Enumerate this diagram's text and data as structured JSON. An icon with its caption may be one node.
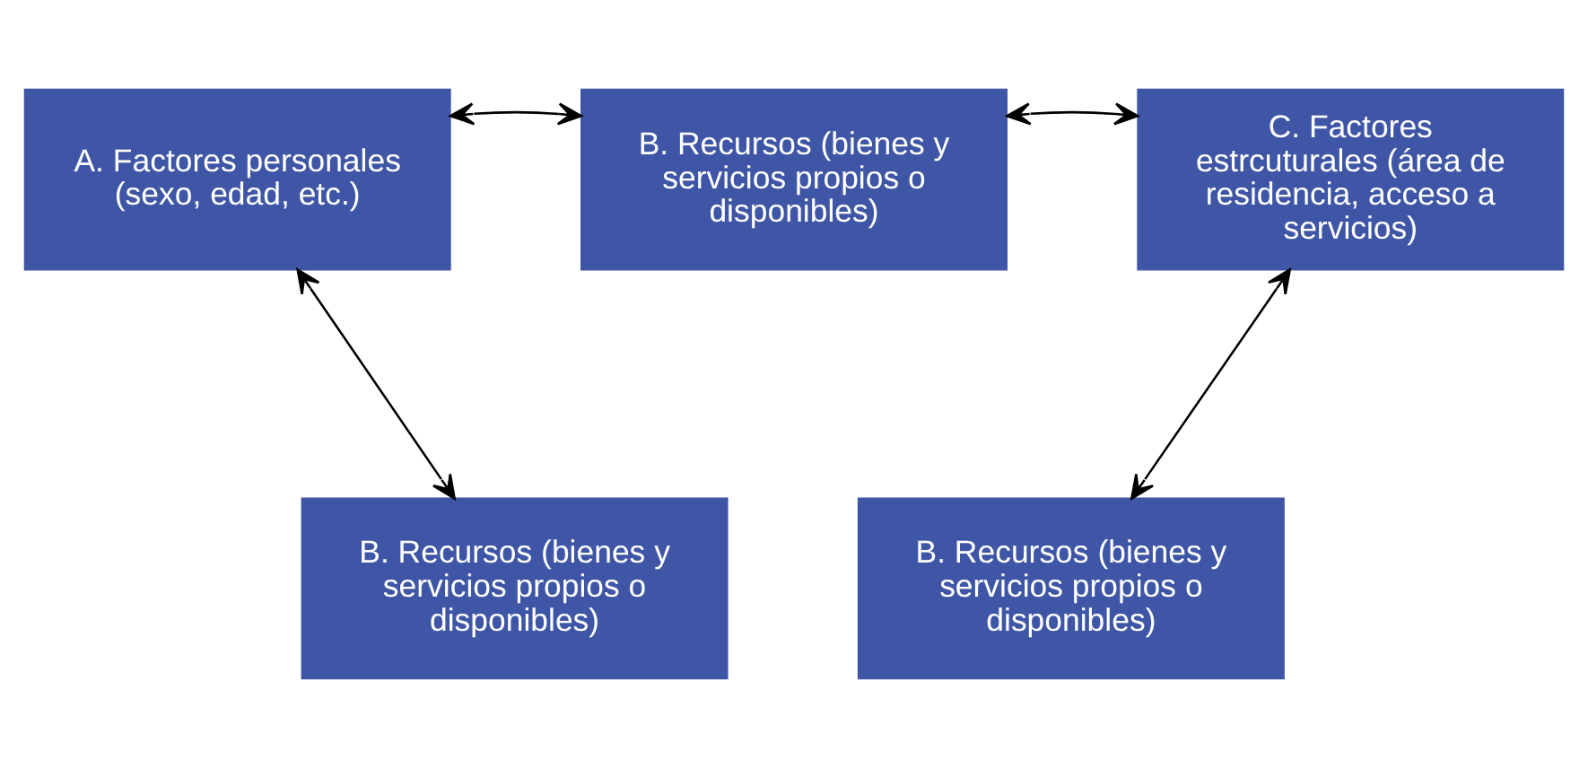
{
  "diagram": {
    "nodes": [
      {
        "text": [
          "A. Factores personales (sexo, edad, etc.)"
        ]
      },
      {
        "text": [
          "B. Recursos (bienes y servicios propios o disponibles)"
        ]
      },
      {
        "text": [
          "C. Factores estrcuturales (área de residencia, acceso a servicios)"
        ]
      },
      {
        "text": [
          "B. Recursos (bienes y servicios propios o disponibles)"
        ]
      },
      {
        "text": [
          "B. Recursos (bienes y servicios propios o disponibles)"
        ]
      }
    ],
    "edges": [
      {
        "from": 0,
        "to": 3,
        "arrow": "both"
      },
      {
        "from": 1,
        "to": 0,
        "arrow": "both"
      },
      {
        "from": 1,
        "to": 2,
        "arrow": "both"
      },
      {
        "from": 2,
        "to": 4,
        "arrow": "both"
      }
    ]
  }
}
